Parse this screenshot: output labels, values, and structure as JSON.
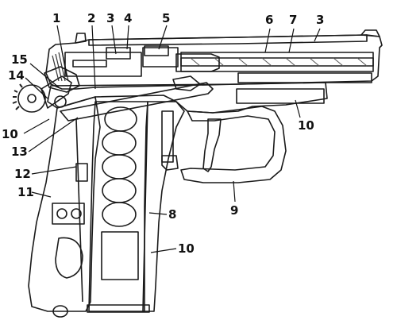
{
  "colors": {
    "ink": "#1a1a1a",
    "metal_light": "#cfcfcf",
    "metal_mid": "#a6a6a6",
    "metal_dark": "#4d4d4d",
    "hatch": "#7a7a7a",
    "background": "#ffffff"
  },
  "labels": {
    "l1": "1",
    "l2": "2",
    "l3a": "3",
    "l3b": "3",
    "l4": "4",
    "l5": "5",
    "l6": "6",
    "l7": "7",
    "l8": "8",
    "l9": "9",
    "l10a": "10",
    "l10b": "10",
    "l10c": "10",
    "l11": "11",
    "l12": "12",
    "l13": "13",
    "l14": "14",
    "l15": "15"
  }
}
